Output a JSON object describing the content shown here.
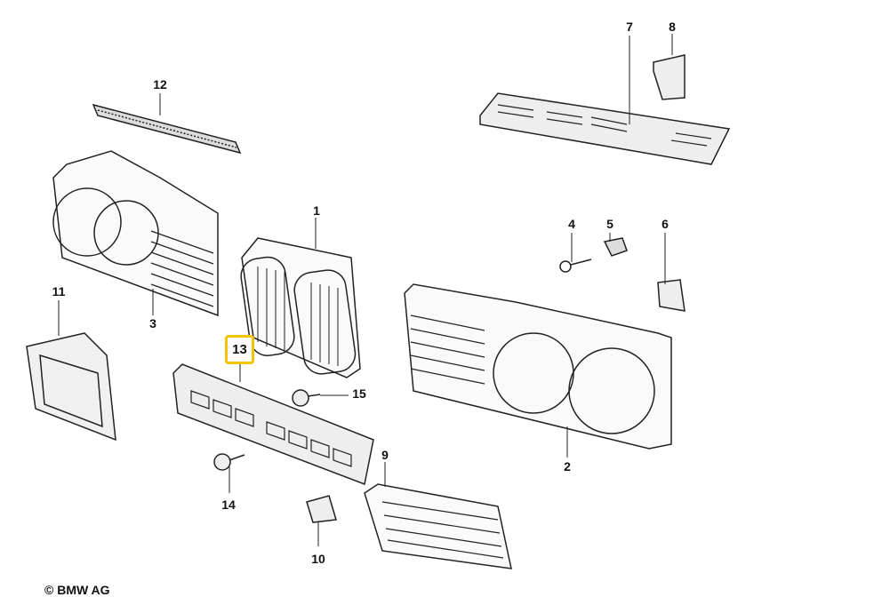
{
  "diagram": {
    "highlight_color": "#f5c400",
    "highlighted_part": "13",
    "copyright": "© BMW AG",
    "callouts": [
      {
        "id": "p1",
        "label": "1"
      },
      {
        "id": "p2",
        "label": "2"
      },
      {
        "id": "p3",
        "label": "3"
      },
      {
        "id": "p4",
        "label": "4"
      },
      {
        "id": "p5",
        "label": "5"
      },
      {
        "id": "p6",
        "label": "6"
      },
      {
        "id": "p7",
        "label": "7"
      },
      {
        "id": "p8",
        "label": "8"
      },
      {
        "id": "p9",
        "label": "9"
      },
      {
        "id": "p10",
        "label": "10"
      },
      {
        "id": "p11",
        "label": "11"
      },
      {
        "id": "p12",
        "label": "12"
      },
      {
        "id": "p13",
        "label": "13"
      },
      {
        "id": "p14",
        "label": "14"
      },
      {
        "id": "p15",
        "label": "15"
      }
    ]
  }
}
